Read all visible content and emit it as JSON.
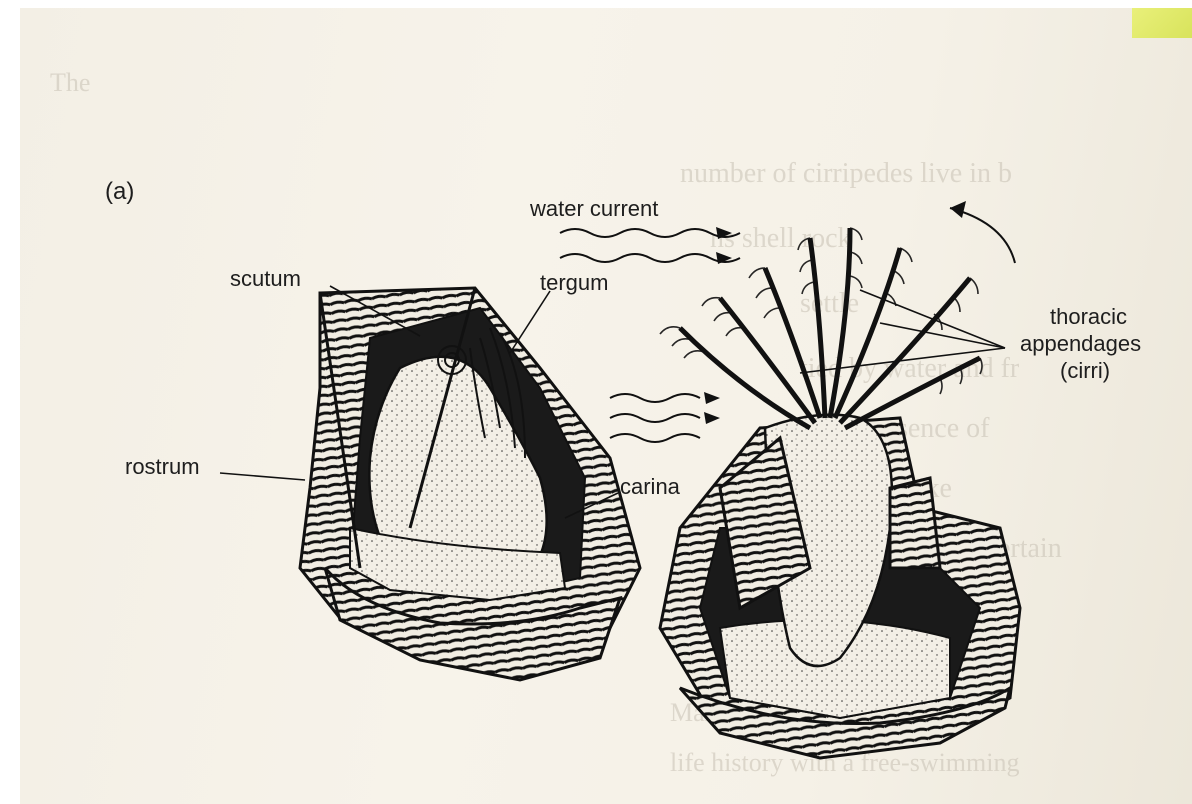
{
  "figure": {
    "panel_label": "(a)",
    "labels": {
      "scutum": "scutum",
      "tergum": "tergum",
      "rostrum": "rostrum",
      "carina": "carina",
      "water_current": "water current",
      "thoracic": "thoracic",
      "appendages": "appendages",
      "cirri": "(cirri)"
    }
  }
}
